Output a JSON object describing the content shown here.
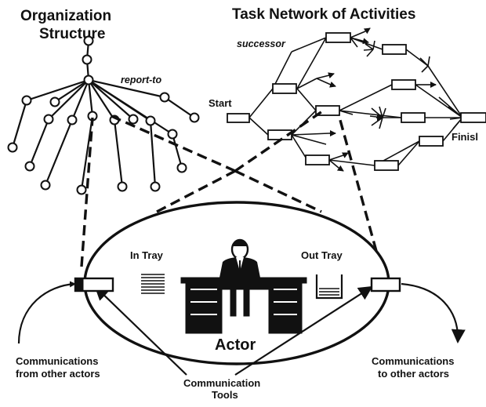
{
  "titles": {
    "org_line1": "Organization",
    "org_line2": "Structure",
    "task": "Task Network of Activities"
  },
  "labels": {
    "report_to": "report-to",
    "successor": "successor",
    "start": "Start",
    "finish": "Finisl",
    "in_tray": "In Tray",
    "out_tray": "Out Tray",
    "actor": "Actor",
    "from_line1": "Communications",
    "from_line2": "from other actors",
    "to_line1": "Communications",
    "to_line2": "to other actors",
    "tools_line1": "Communication",
    "tools_line2": "Tools"
  },
  "colors": {
    "ink": "#111111",
    "background": "#ffffff"
  }
}
